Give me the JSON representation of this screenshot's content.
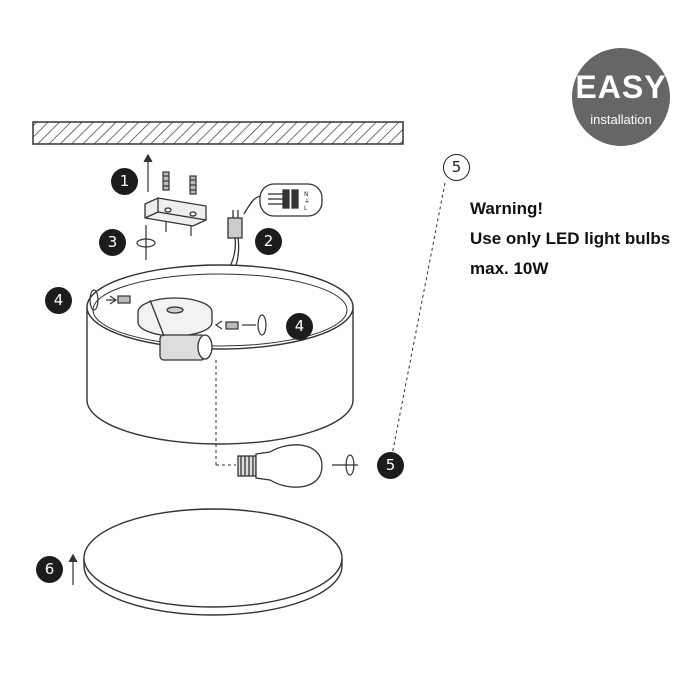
{
  "badge": {
    "title": "EASY",
    "subtitle": "installation"
  },
  "warning": {
    "heading": "Warning!",
    "line1": "Use only LED light bulbs",
    "line2": "max. 10W"
  },
  "steps": {
    "s1": "1",
    "s2": "2",
    "s3": "3",
    "s4a": "4",
    "s4b": "4",
    "s5a": "5",
    "s5b": "5",
    "s6": "6"
  },
  "wiring_labels": [
    "N",
    "⏚",
    "L"
  ],
  "colors": {
    "badge": "#666666",
    "ink": "#1c1c1c"
  }
}
